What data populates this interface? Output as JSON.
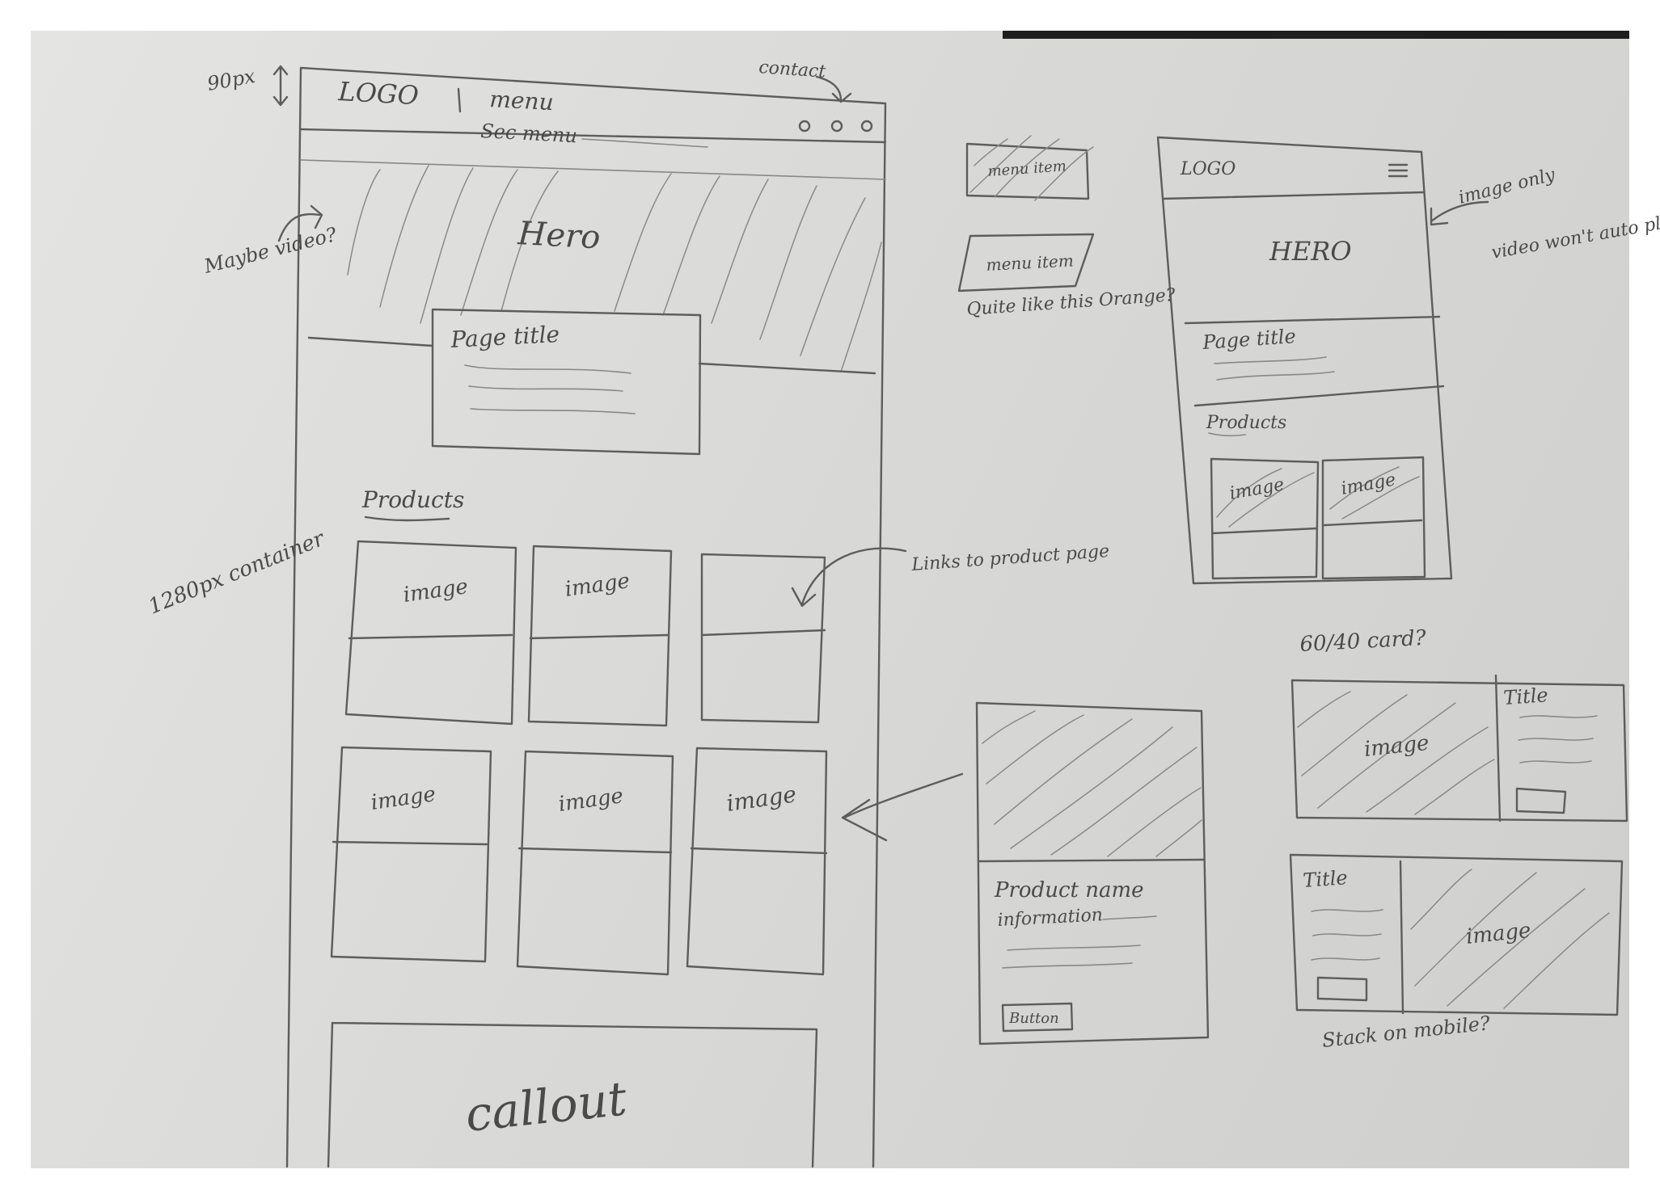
{
  "desktop": {
    "dimension_label": "90px",
    "logo": "LOGO",
    "menu": "menu",
    "contact_note": "contact",
    "sec_menu": "Sec menu",
    "hero": "Hero",
    "hero_note": "Maybe video?",
    "page_title": "Page title",
    "products_heading": "Products",
    "container_note": "1280px container",
    "image_label": "image",
    "links_note": "Links to product page",
    "callout": "callout"
  },
  "menu_variants": {
    "item_label": "menu item",
    "note": "Quite like this Orange?"
  },
  "mobile": {
    "logo": "LOGO",
    "hero": "HERO",
    "image_note": "image only",
    "video_note": "video won't auto play",
    "page_title": "Page title",
    "products_heading": "Products",
    "image_label": "image"
  },
  "product_card": {
    "name": "Product name",
    "info": "information",
    "button": "Button"
  },
  "split_cards": {
    "note": "60/40 card?",
    "title": "Title",
    "image_label": "image",
    "stack_note": "Stack on mobile?"
  }
}
